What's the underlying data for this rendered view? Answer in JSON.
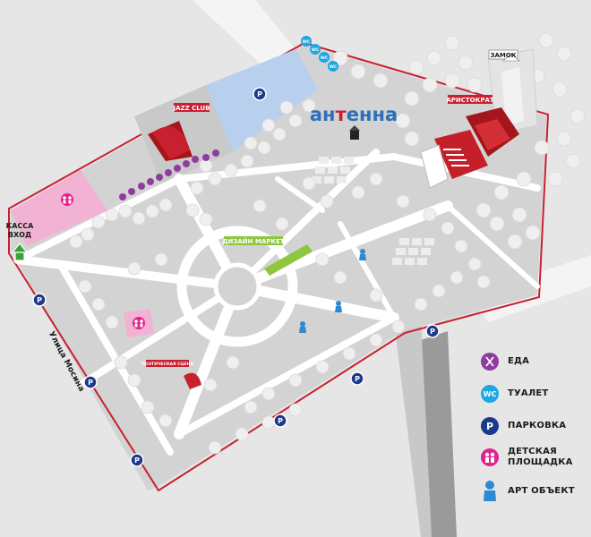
{
  "map": {
    "colors": {
      "background": "#e6e6e6",
      "park": "#cfcfcf",
      "path": "#ffffff",
      "boundary": "#c8202f",
      "parking_zone": "#b9cfee",
      "playground_zone": "#f2b2d4",
      "design_market": "#8dc63f",
      "parking": "#1b3a8c",
      "wc": "#1ea7e4",
      "food": "#8e3d9e",
      "kids": "#e0248f",
      "art": "#2b8ad4"
    },
    "labels": {
      "jazz_club": "JAZZ CLUB",
      "design_market": "ДИЗАЙН МАРКЕТ",
      "aristocrat": "АРИСТОКРАТ",
      "castle": "ЗАМОК",
      "poetry_stage": "ПОЭТИЧЕСКАЯ СЦЕНА",
      "entrance_line1": "КАССА",
      "entrance_line2": "ВХОД",
      "street": "Улица Мосина"
    },
    "logo": {
      "part1": "ан",
      "part2": "т",
      "part3": "енна"
    },
    "markers": {
      "parking": "P",
      "wc": "WC"
    }
  },
  "legend": {
    "items": [
      {
        "icon": "food-icon",
        "label": "ЕДА"
      },
      {
        "icon": "wc-icon",
        "label": "ТУАЛЕТ"
      },
      {
        "icon": "parking-icon",
        "label": "ПАРКОВКА"
      },
      {
        "icon": "playground-icon",
        "label_line1": "ДЕТСКАЯ",
        "label_line2": "ПЛОЩАДКА"
      },
      {
        "icon": "art-object-icon",
        "label": "АРТ ОБЪЕКТ"
      }
    ]
  }
}
